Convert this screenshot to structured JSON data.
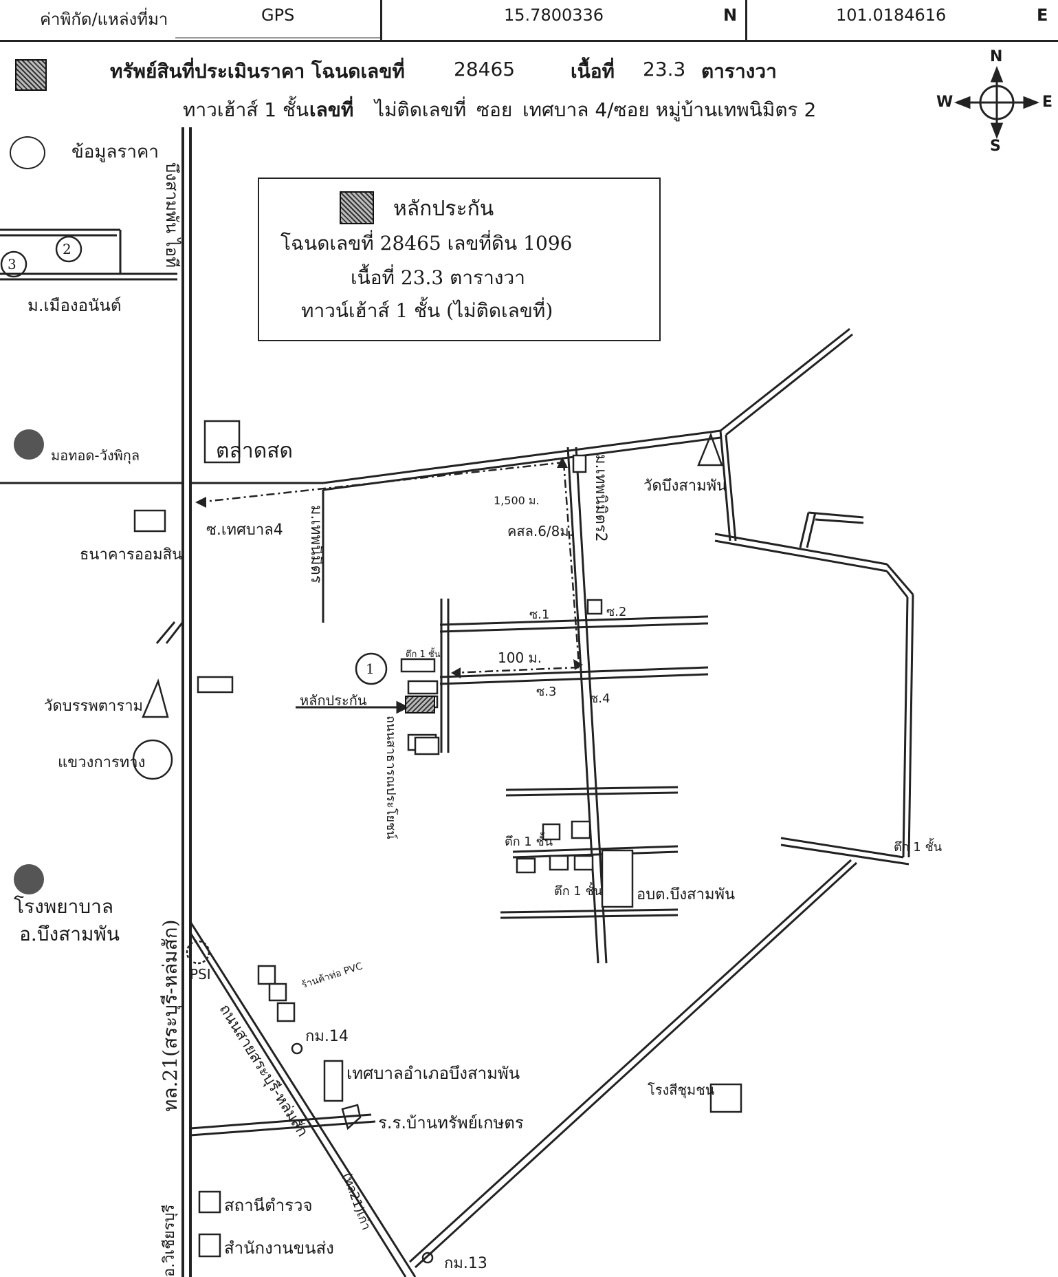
{
  "header": {
    "coord_label": "ค่าพิกัด/แหล่งที่มา",
    "source": "GPS",
    "lat": "15.7800336",
    "lat_dir": "N",
    "lon": "101.0184616",
    "lon_dir": "E"
  },
  "property": {
    "title": "ทรัพย์สินที่ประเมินราคา โฉนดเลขที่",
    "deed_no": "28465",
    "area_label": "เนื้อที่",
    "area": "23.3",
    "area_unit": "ตารางวา",
    "building": "ทาวเฮ้าส์ 1 ชั้น",
    "house_label": "เลขที่",
    "house_no": "ไม่ติดเลขที่",
    "soi_label": "ซอย",
    "soi": "เทศบาล 4/ซอย หมู่บ้านเทพนิมิตร 2"
  },
  "compass": {
    "n": "N",
    "s": "S",
    "e": "E",
    "w": "W"
  },
  "legend": {
    "price_data": "ข้อมูลราคา",
    "collateral_title": "หลักประกัน",
    "collateral_line1": "โฉนดเลขที่ 28465 เลขที่ดิน 1096",
    "collateral_line2": "เนื้อที่ 23.3 ตารางวา",
    "collateral_line3": "ทาวน์เฮ้าส์ 1 ชั้น (ไม่ติดเลขที่)"
  },
  "labels": {
    "muang_anan": "ม.เมืองอนันต์",
    "bueng_phan_ri": "บึงสามพัน ไอที",
    "mothod": "มอทอด-วังพิกุล",
    "market": "ตลาดสด",
    "soi_tessaban4": "ซ.เทศบาล4",
    "savings_bank": "ธนาคารออมสิน",
    "mu_thep1": "ม.เทพนิมิตร",
    "mu_thep2": "ม.เทพนิมิตร2",
    "wat_bueng": "วัดบึงสามพัน",
    "dist_1500": "1,500 ม.",
    "road_spec": "คสล.6/8ม.",
    "soi1": "ซ.1",
    "soi2": "ซ.2",
    "soi3": "ซ.3",
    "soi4": "ซ.4",
    "dist_100": "100 ม.",
    "teuk1": "ตึก 1 ชั้น",
    "collateral_arrow": "หลักประกัน",
    "public_way": "ถนนสาธารณประโยชน์",
    "wat_banphot": "วัดบรรพตาราม",
    "highway_dept": "แขวงการทาง",
    "teuk_a": "ตึก 1 ชั้น",
    "teuk_b": "ตึก 1 ชั้น",
    "teuk_c": "ตึก 1 ชั้น",
    "obt": "อบต.บึงสามพัน",
    "hospital1": "โรงพยาบาล",
    "hospital2": "อ.บึงสามพัน",
    "hwy21": "ทล.21(สระบุรี-หล่มสัก)",
    "psi": "PSI",
    "pvc": "ร้านค้าท่อ PVC",
    "km14": "กม.14",
    "municipality": "เทศบาลอำเภอบึงสามพัน",
    "old_road": "ถนนสายสระบุรี-หล่มสัก",
    "old_road2": "(ทล21)เก่า",
    "school": "ร.ร.บ้านทรัพย์เกษตร",
    "paint": "โรงสีชุมชน",
    "police": "สถานีตำรวจ",
    "transport": "สำนักงานขนส่ง",
    "km13": "กม.13",
    "wichian": "อ.วิเชียรบุรี",
    "pin1": "1",
    "pin2": "2",
    "pin3": "3"
  }
}
